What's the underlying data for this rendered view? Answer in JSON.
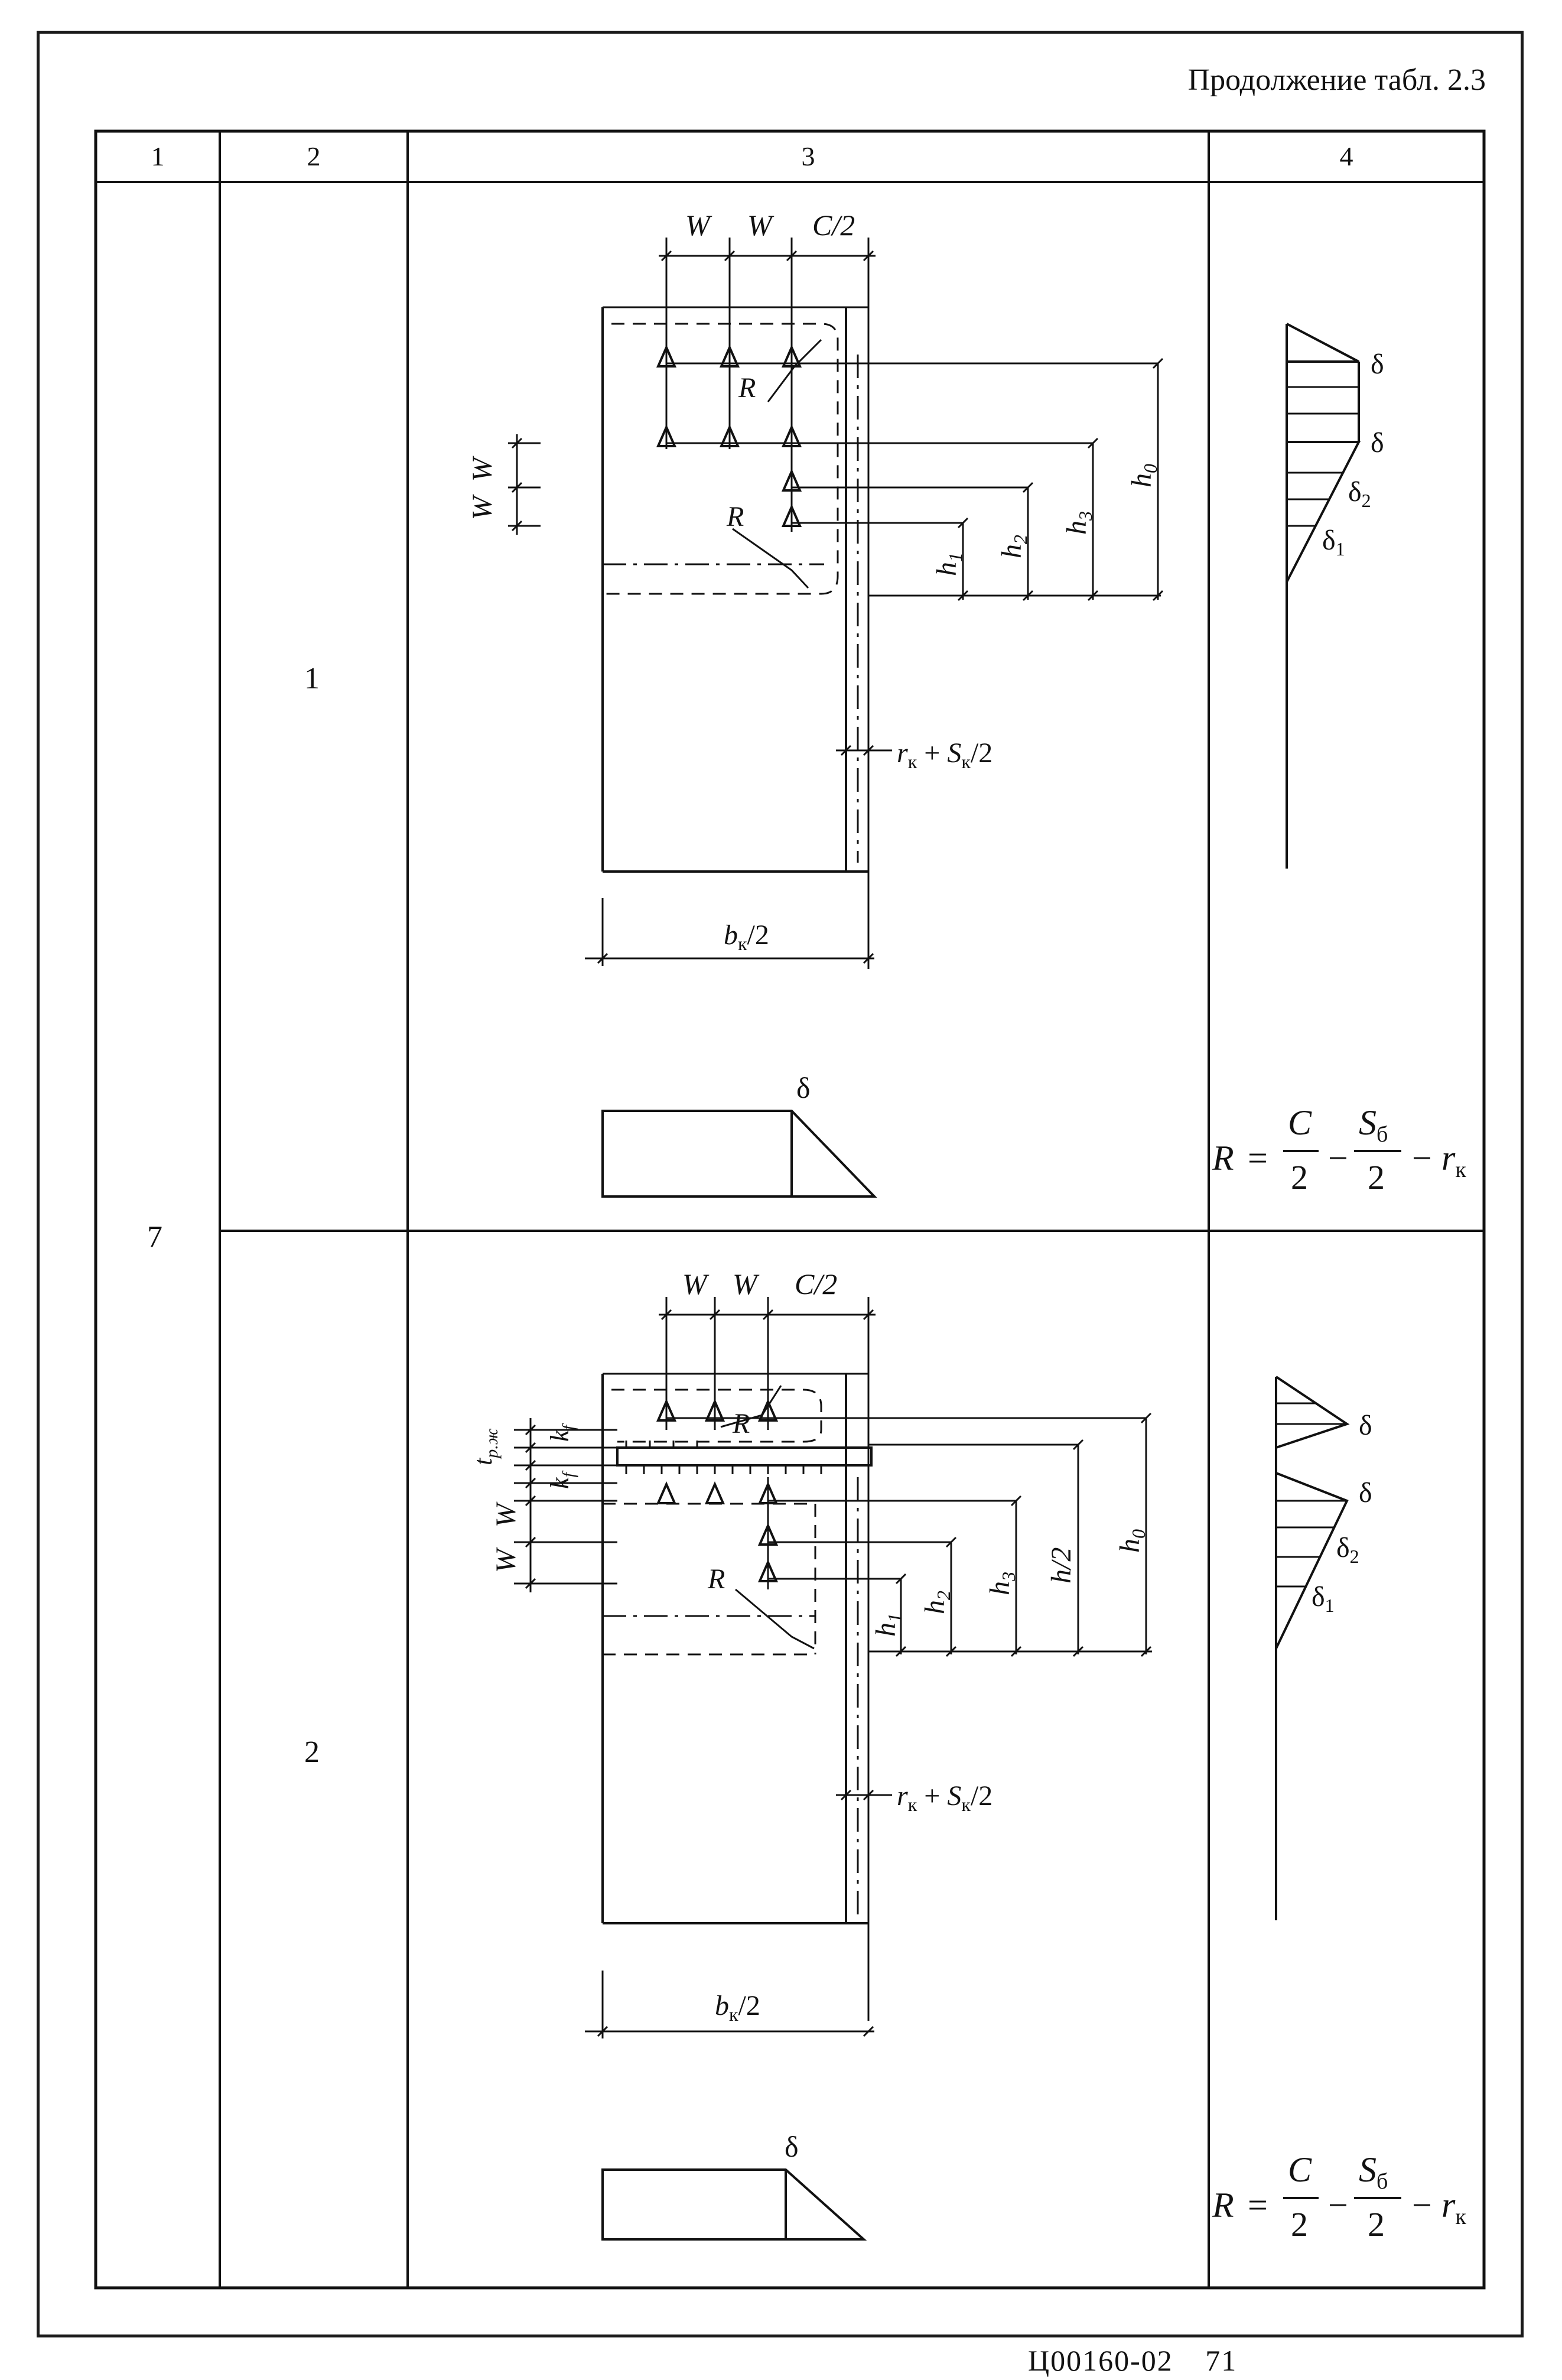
{
  "header": {
    "caption": "Продолжение табл. 2.3"
  },
  "table": {
    "columns": [
      "1",
      "2",
      "3",
      "4"
    ],
    "group_number": "7",
    "rows": [
      {
        "number": "1",
        "formula": {
          "lhs": "R",
          "eq": "=",
          "c": "C",
          "two": "2",
          "minus": "−",
          "s": "S",
          "s_sub": "б",
          "r": "r",
          "r_sub": "к"
        }
      },
      {
        "number": "2",
        "formula": {
          "lhs": "R",
          "eq": "=",
          "c": "C",
          "two": "2",
          "minus": "−",
          "s": "S",
          "s_sub": "б",
          "r": "r",
          "r_sub": "к"
        }
      }
    ]
  },
  "drawing1": {
    "w": "W",
    "c_half": "C/2",
    "r": "R",
    "h0": "h",
    "h0_sub": "0",
    "h1": "h",
    "h1_sub": "1",
    "h2": "h",
    "h2_sub": "2",
    "h3": "h",
    "h3_sub": "3",
    "rk": "r",
    "rk_sub": "к",
    "plus": "+",
    "sk": "S",
    "sk_sub": "к",
    "half": "/2",
    "bk": "b",
    "bk_sub": "к",
    "bk_half": "/2",
    "delta": "δ",
    "delta1": "δ",
    "delta1_sub": "1",
    "delta2": "δ",
    "delta2_sub": "2"
  },
  "drawing2": {
    "w": "W",
    "c_half": "C/2",
    "r": "R",
    "h0": "h",
    "h0_sub": "0",
    "h1": "h",
    "h1_sub": "1",
    "h2": "h",
    "h2_sub": "2",
    "h3": "h",
    "h3_sub": "3",
    "h_half": "h/2",
    "kf": "k",
    "kf_sub": "f",
    "tpzh": "t",
    "tpzh_sub": "р.ж",
    "rk": "r",
    "rk_sub": "к",
    "plus": "+",
    "sk": "S",
    "sk_sub": "к",
    "half": "/2",
    "bk": "b",
    "bk_sub": "к",
    "bk_half": "/2",
    "delta": "δ",
    "delta1": "δ",
    "delta1_sub": "1",
    "delta2": "δ",
    "delta2_sub": "2"
  },
  "footer": {
    "code": "Ц00160-02",
    "page": "71"
  }
}
